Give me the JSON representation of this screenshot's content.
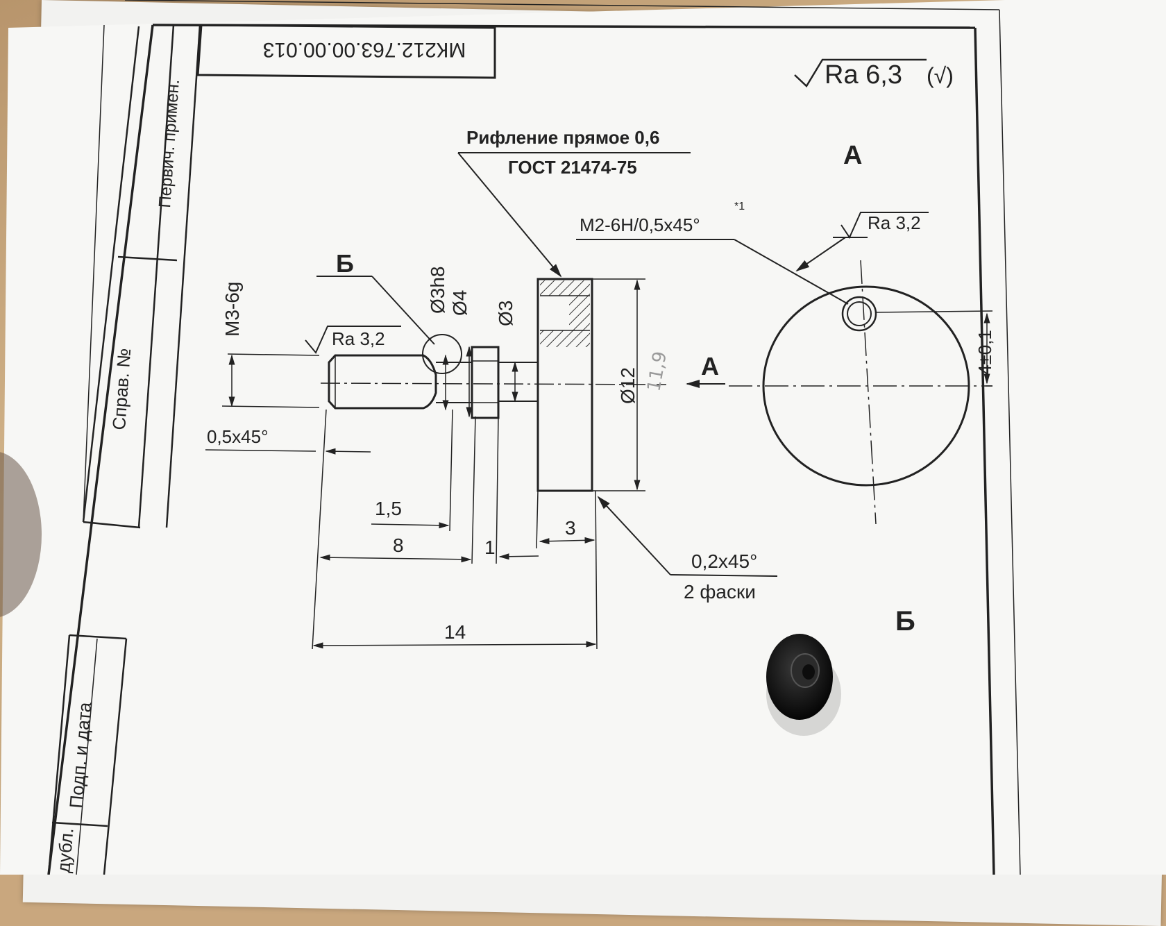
{
  "drawing": {
    "doc_number": "МК212.763.00.00.013",
    "roughness_general": "Ra 6,3",
    "roughness_general_suffix": "(√)",
    "knurl_note_line1": "Рифление прямое 0,6",
    "knurl_note_line2": "ГОСТ 21474-75",
    "view_label_a_top": "А",
    "view_label_a_arrow": "А",
    "view_label_b_top": "Б",
    "view_label_b_bottom": "Б",
    "hole_note": "М2-6Н/0,5х45°",
    "hole_note_ref": "*1",
    "ra_hole": "Ra 3,2",
    "ra_thread": "Ra 3,2",
    "thread_label": "М3-6g",
    "dia_3h8": "Ø3h8",
    "dia_4": "Ø4",
    "dia_3": "Ø3",
    "dia_12": "Ø12",
    "handwritten_dia": "11,9",
    "chamfer_thread": "0,5х45°",
    "dim_1_5": "1,5",
    "dim_8": "8",
    "dim_1": "1",
    "dim_3": "3",
    "dim_14": "14",
    "chamfer_head": "0,2х45°",
    "chamfer_head_count": "2 фаски",
    "dim_4_tol": "4±0,1"
  },
  "title_block": {
    "first_use": "Первич. примен.",
    "ref_no": "Справ. №",
    "sign_date": "Подп. и дата",
    "dupl": "дубл."
  },
  "colors": {
    "paper": "#f7f7f5",
    "ink": "#222222",
    "table": "#bfa37d",
    "part": "#111111"
  }
}
